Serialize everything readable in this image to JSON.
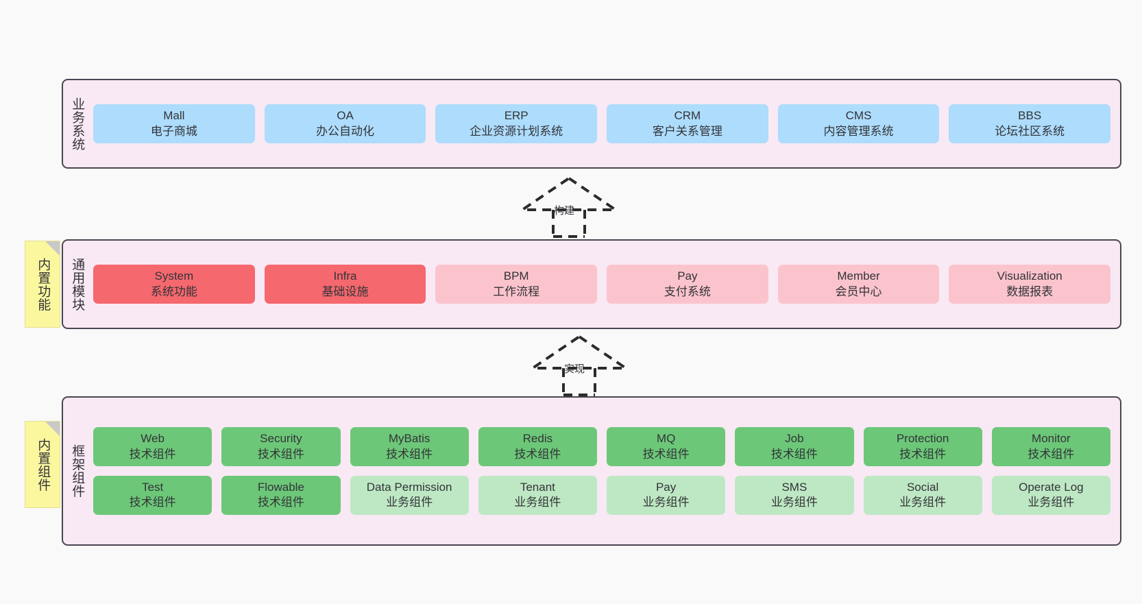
{
  "diagram": {
    "title_hidden": "",
    "colors": {
      "canvas_bg": "#F9F9F9",
      "layer_bg": "#F8E9F4",
      "layer_border": "#4A4550",
      "blue": "#ADDCFC",
      "red": "#F5686E",
      "pink": "#FBC4CD",
      "green": "#6CC878",
      "light_green": "#BEE8C4",
      "note_yellow": "#FBF79F",
      "note_fold": "#C9C9C9",
      "text": "#333338"
    },
    "layers": [
      {
        "id": "business-systems",
        "title": "业务系统",
        "rows": [
          {
            "nodes": [
              {
                "en": "Mall",
                "cn": "电子商城",
                "color": "blue"
              },
              {
                "en": "OA",
                "cn": "办公自动化",
                "color": "blue"
              },
              {
                "en": "ERP",
                "cn": "企业资源计划系统",
                "color": "blue"
              },
              {
                "en": "CRM",
                "cn": "客户关系管理",
                "color": "blue"
              },
              {
                "en": "CMS",
                "cn": "内容管理系统",
                "color": "blue"
              },
              {
                "en": "BBS",
                "cn": "论坛社区系统",
                "color": "blue"
              }
            ]
          }
        ]
      },
      {
        "id": "common-modules",
        "title": "通用模块",
        "note": "内置功能",
        "rows": [
          {
            "nodes": [
              {
                "en": "System",
                "cn": "系统功能",
                "color": "red"
              },
              {
                "en": "Infra",
                "cn": "基础设施",
                "color": "red"
              },
              {
                "en": "BPM",
                "cn": "工作流程",
                "color": "pink"
              },
              {
                "en": "Pay",
                "cn": "支付系统",
                "color": "pink"
              },
              {
                "en": "Member",
                "cn": "会员中心",
                "color": "pink"
              },
              {
                "en": "Visualization",
                "cn": "数据报表",
                "color": "pink"
              }
            ]
          }
        ]
      },
      {
        "id": "framework-components",
        "title": "框架组件",
        "note": "内置组件",
        "rows": [
          {
            "nodes": [
              {
                "en": "Web",
                "cn": "技术组件",
                "color": "green"
              },
              {
                "en": "Security",
                "cn": "技术组件",
                "color": "green"
              },
              {
                "en": "MyBatis",
                "cn": "技术组件",
                "color": "green"
              },
              {
                "en": "Redis",
                "cn": "技术组件",
                "color": "green"
              },
              {
                "en": "MQ",
                "cn": "技术组件",
                "color": "green"
              },
              {
                "en": "Job",
                "cn": "技术组件",
                "color": "green"
              },
              {
                "en": "Protection",
                "cn": "技术组件",
                "color": "green"
              },
              {
                "en": "Monitor",
                "cn": "技术组件",
                "color": "green"
              }
            ]
          },
          {
            "nodes": [
              {
                "en": "Test",
                "cn": "技术组件",
                "color": "green"
              },
              {
                "en": "Flowable",
                "cn": "技术组件",
                "color": "green"
              },
              {
                "en": "Data Permission",
                "cn": "业务组件",
                "color": "light_green"
              },
              {
                "en": "Tenant",
                "cn": "业务组件",
                "color": "light_green"
              },
              {
                "en": "Pay",
                "cn": "业务组件",
                "color": "light_green"
              },
              {
                "en": "SMS",
                "cn": "业务组件",
                "color": "light_green"
              },
              {
                "en": "Social",
                "cn": "业务组件",
                "color": "light_green"
              },
              {
                "en": "Operate Log",
                "cn": "业务组件",
                "color": "light_green"
              }
            ]
          }
        ]
      }
    ],
    "connectors": [
      {
        "id": "build",
        "label": "构建",
        "style": "dashed-hollow-triangle",
        "from": "common-modules",
        "to": "business-systems"
      },
      {
        "id": "implement",
        "label": "实现",
        "style": "dashed-hollow-triangle",
        "from": "framework-components",
        "to": "common-modules"
      }
    ]
  }
}
